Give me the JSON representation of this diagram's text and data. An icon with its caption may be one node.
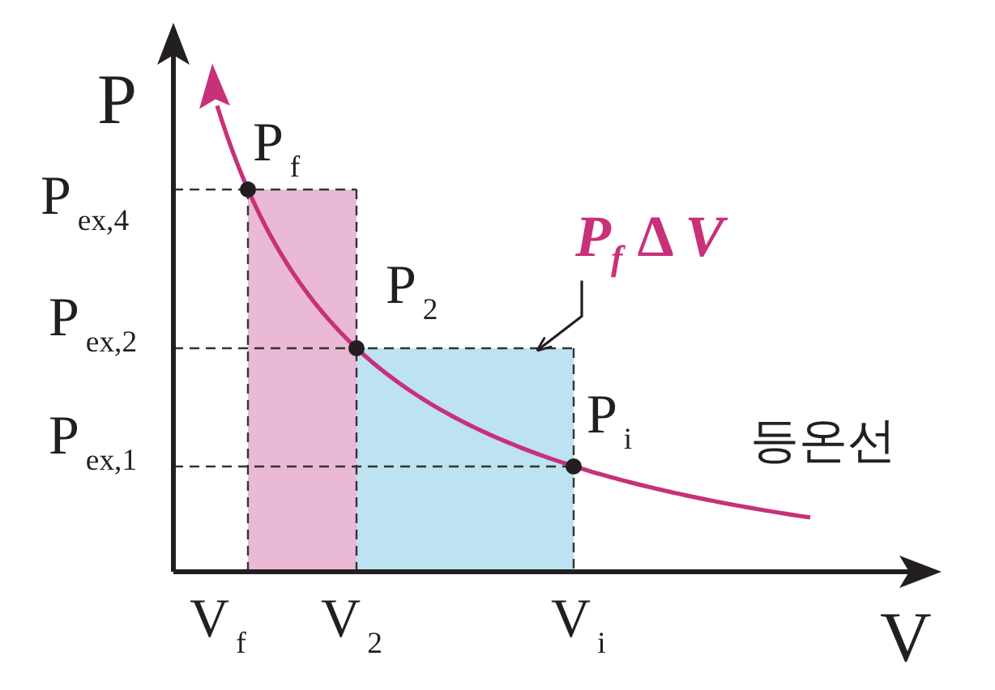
{
  "diagram": {
    "nodes": [
      {
        "text": [
          "*P*$_{f}$ Δ *V*"
        ]
      },
      {
        "text": [],
        "shape": "box"
      },
      {
        "text": [],
        "shape": "box"
      }
    ],
    "edges": [
      {
        "from": 0,
        "to": 2,
        "arrow": "to"
      }
    ],
    "labels": [
      "P",
      "P$_{f}$",
      "P$_{ex,4}$",
      "P$_{2}$",
      "P$_{ex,2}$",
      "P$_{i}$",
      "P$_{ex,1}$",
      "등온선",
      "V$_{f}$",
      "V$_{2}$",
      "V$_{i}$",
      "V"
    ]
  }
}
